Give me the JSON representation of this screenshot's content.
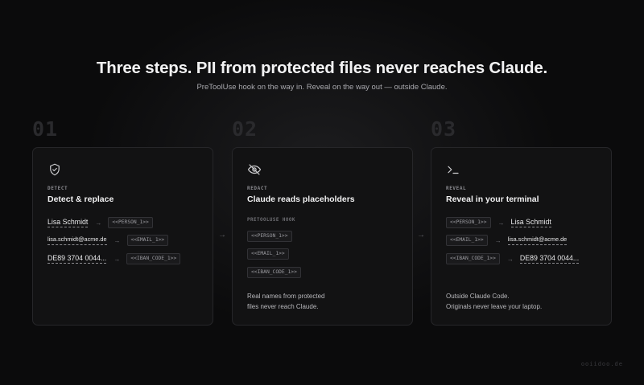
{
  "header": {
    "title": "Three steps. PII from protected files never reaches Claude.",
    "subtitle": "PreToolUse hook on the way in. Reveal on the way out — outside Claude."
  },
  "steps": [
    {
      "number": "01",
      "icon": "shield-check-icon",
      "tag": "DETECT",
      "title": "Detect & replace",
      "rows": [
        {
          "real": "Lisa Schmidt",
          "arrow": "→",
          "placeholder": "<<PERSON_1>>"
        },
        {
          "real": "lisa.schmidt@acme.de",
          "arrow": "→",
          "placeholder": "<<EMAIL_1>>"
        },
        {
          "real": "DE89 3704 0044...",
          "arrow": "→",
          "placeholder": "<<IBAN_CODE_1>>"
        }
      ]
    },
    {
      "number": "02",
      "icon": "eye-off-icon",
      "tag": "REDACT",
      "title": "Claude reads placeholders",
      "hook_label": "PRETOOLUSE HOOK",
      "placeholders": [
        "<<PERSON_1>>",
        "<<EMAIL_1>>",
        "<<IBAN_CODE_1>>"
      ],
      "note_line1": "Real names from protected",
      "note_line2": "files never reach Claude."
    },
    {
      "number": "03",
      "icon": "terminal-icon",
      "tag": "REVEAL",
      "title": "Reveal in your terminal",
      "rows": [
        {
          "placeholder": "<<PERSON_1>>",
          "arrow": "→",
          "real": "Lisa Schmidt"
        },
        {
          "placeholder": "<<EMAIL_1>>",
          "arrow": "→",
          "real": "lisa.schmidt@acme.de"
        },
        {
          "placeholder": "<<IBAN_CODE_1>>",
          "arrow": "→",
          "real": "DE89 3704 0044..."
        }
      ],
      "note_line1": "Outside Claude Code.",
      "note_line2": "Originals never leave your laptop."
    }
  ],
  "connector_arrow": "→",
  "footer": "ooiidoo.de",
  "colors": {
    "background": "#0b0b0c",
    "card": "#121213",
    "card_border": "#262629",
    "chip_border": "#323236",
    "text": "#ededee",
    "muted": "#a8a8ad"
  }
}
